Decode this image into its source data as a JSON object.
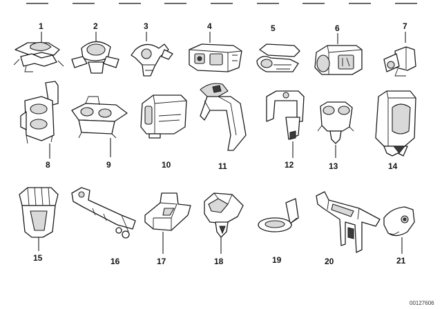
{
  "diagram": {
    "doc_number": "00127606",
    "parts": [
      {
        "label": "1",
        "icon": "clip-icon"
      },
      {
        "label": "2",
        "icon": "clip-icon"
      },
      {
        "label": "3",
        "icon": "clip-icon"
      },
      {
        "label": "4",
        "icon": "holder-icon"
      },
      {
        "label": "5",
        "icon": "clip-icon"
      },
      {
        "label": "6",
        "icon": "holder-icon"
      },
      {
        "label": "7",
        "icon": "clip-icon"
      },
      {
        "label": "8",
        "icon": "clip-icon"
      },
      {
        "label": "9",
        "icon": "clip-icon"
      },
      {
        "label": "10",
        "icon": "holder-icon"
      },
      {
        "label": "11",
        "icon": "bracket-icon"
      },
      {
        "label": "12",
        "icon": "bracket-icon"
      },
      {
        "label": "13",
        "icon": "clip-icon"
      },
      {
        "label": "14",
        "icon": "holder-icon"
      },
      {
        "label": "15",
        "icon": "clip-icon"
      },
      {
        "label": "16",
        "icon": "bracket-icon"
      },
      {
        "label": "17",
        "icon": "bracket-icon"
      },
      {
        "label": "18",
        "icon": "holder-icon"
      },
      {
        "label": "19",
        "icon": "ring-bracket-icon"
      },
      {
        "label": "20",
        "icon": "bracket-icon"
      },
      {
        "label": "21",
        "icon": "clip-icon"
      }
    ]
  }
}
